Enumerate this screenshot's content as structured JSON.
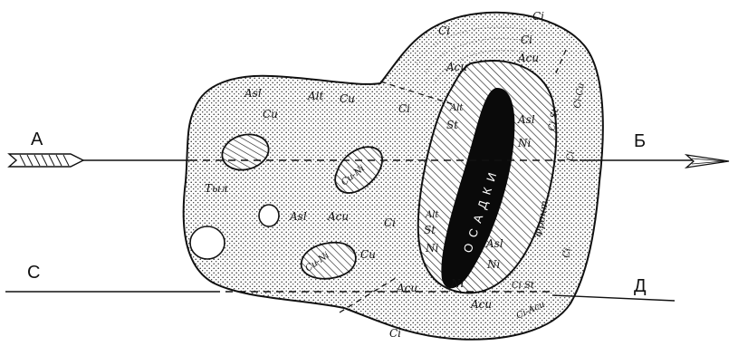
{
  "colors": {
    "ink": "#111111",
    "paper": "#ffffff",
    "dots": "#2a2a2a",
    "hatch": "#222222",
    "core": "#0a0a0a"
  },
  "letters": {
    "a": "А",
    "b": "Б",
    "c": "С",
    "d": "Д"
  },
  "center_text": "О С А Д К И",
  "labels": {
    "tyl": "Тыл",
    "front": "Фронт",
    "ci": "Ci",
    "acu": "Acu",
    "asl": "Asl",
    "alt": "Alt",
    "cu": "Cu",
    "st": "St",
    "ni": "Ni",
    "cu_ni": "Cu-Ni",
    "ci_cu": "Ci-Cu",
    "ci_st": "Ci St",
    "ci_acu": "Ci-Acu"
  }
}
